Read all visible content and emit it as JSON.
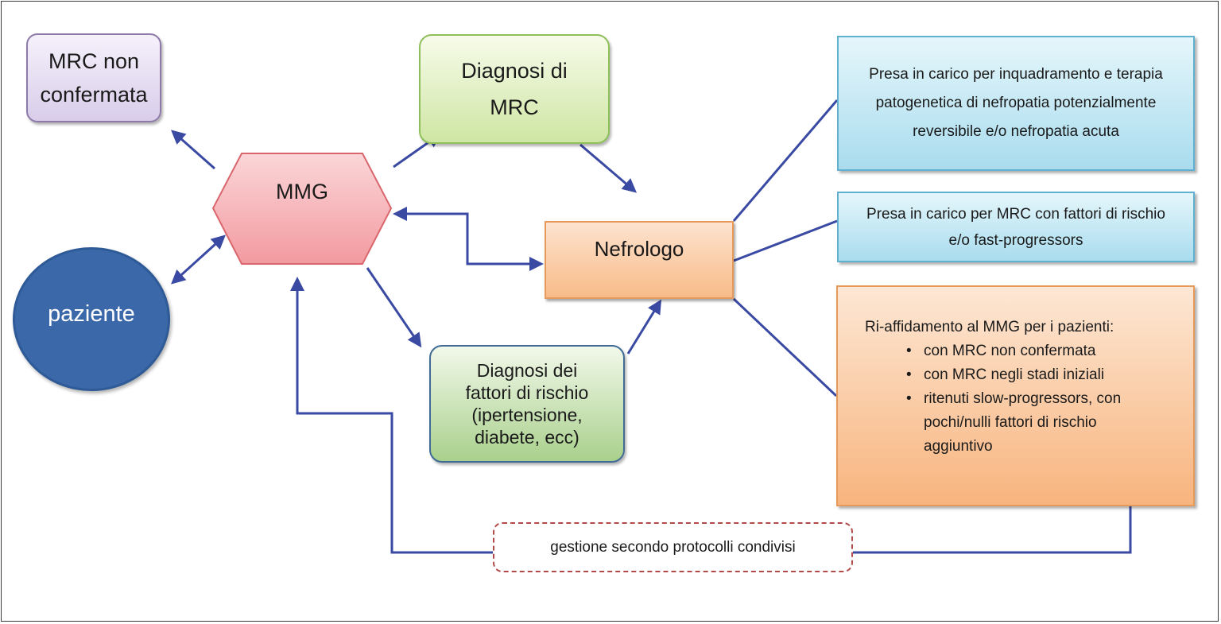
{
  "nodes": {
    "mrc_non_confermata": "MRC non confermata",
    "diagnosi_mrc": "Diagnosi di MRC",
    "mmg": "MMG",
    "paziente": "paziente",
    "nefrologo": "Nefrologo",
    "diagnosi_fattori": "Diagnosi dei fattori di rischio (ipertensione, diabete, ecc)",
    "presa_reversibile": "Presa in carico per inquadramento e terapia patogenetica di nefropatia potenzialmente reversibile e/o nefropatia acuta",
    "presa_fattori": "Presa in carico per MRC con fattori di rischio e/o fast-progressors",
    "riaffidamento": {
      "intro": "Ri-affidamento al MMG per i pazienti:",
      "items": [
        "con MRC non confermata",
        "con MRC negli stadi iniziali",
        "ritenuti slow-progressors, con pochi/nulli fattori di rischio aggiuntivo"
      ]
    },
    "gestione": "gestione secondo protocolli condivisi"
  },
  "colors": {
    "arrow": "#3a4aa3",
    "purple_border": "#8e7aa8",
    "green_border": "#8fbf5a",
    "mmg_fill": "#f6b7bb",
    "mmg_border": "#d9666d",
    "paziente_fill": "#3b68a9",
    "orange_border": "#e59a5c",
    "blue_border": "#5fb1cf",
    "dashed_border": "#b24a4a"
  }
}
